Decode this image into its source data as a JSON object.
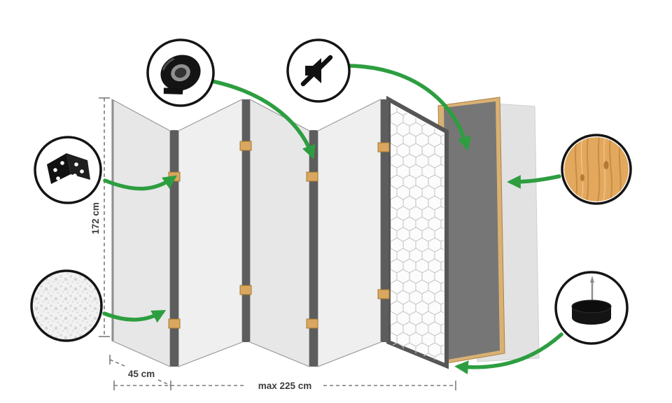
{
  "diagram": {
    "dimensions": {
      "height_label": "172 cm",
      "panel_width_label": "45 cm",
      "total_width_label": "max 225 cm"
    },
    "panel_count": 5,
    "icons": [
      "tape-roll-icon",
      "mute-speaker-icon",
      "hinge-icon",
      "texture-icon",
      "wood-grain-icon",
      "felt-pad-icon"
    ],
    "colors": {
      "arrow_green": "#2d9e40",
      "panel_light_gray": "#e9e9e9",
      "fold_spine_dark": "#5d5d5d",
      "wood_tan": "#d9b173",
      "dark_panel_gray": "#767676",
      "pattern_line_gray": "#c6c6c6",
      "circle_border_black": "#141414",
      "dimension_line_gray": "#7c7c7c",
      "hinge_wood_block": "#d9a75f"
    }
  }
}
